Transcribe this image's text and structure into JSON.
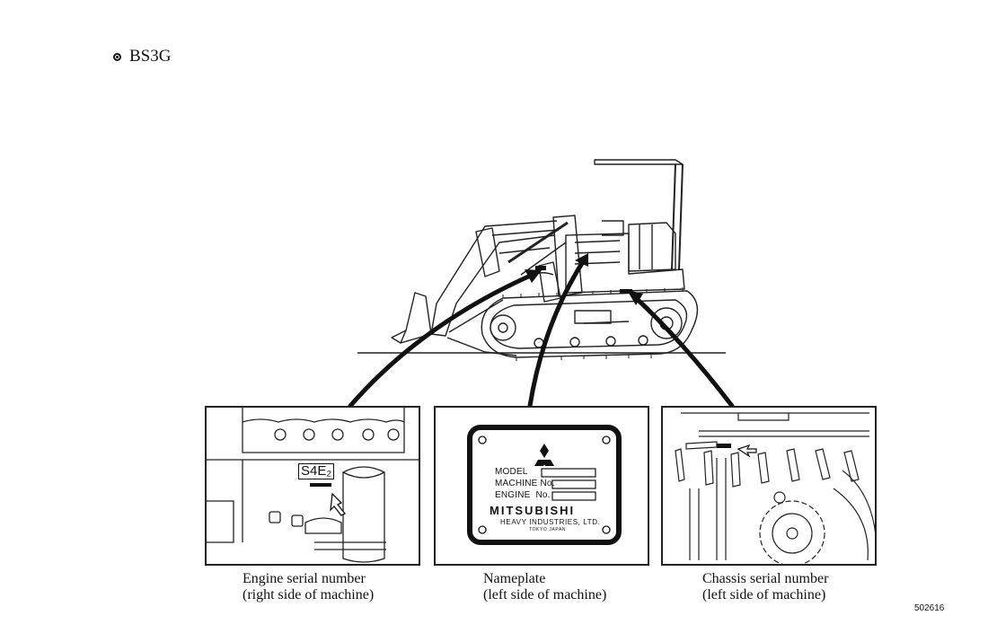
{
  "heading": {
    "model": "BS3G"
  },
  "panels": [
    {
      "id": "engine",
      "caption_line1": "Engine serial number",
      "caption_line2": "(right side of machine)",
      "plate_text": "S4E₂"
    },
    {
      "id": "nameplate",
      "caption_line1": "Nameplate",
      "caption_line2": "(left side of machine)"
    },
    {
      "id": "chassis",
      "caption_line1": "Chassis serial number",
      "caption_line2": "(left side of machine)"
    }
  ],
  "nameplate": {
    "row1": "MODEL",
    "row2": "MACHINE No.",
    "row3": "ENGINE  No.",
    "brand": "MITSUBISHI",
    "subtitle": "HEAVY INDUSTRIES, LTD.",
    "location": "TOKYO JAPAN"
  },
  "document_code": "502616"
}
